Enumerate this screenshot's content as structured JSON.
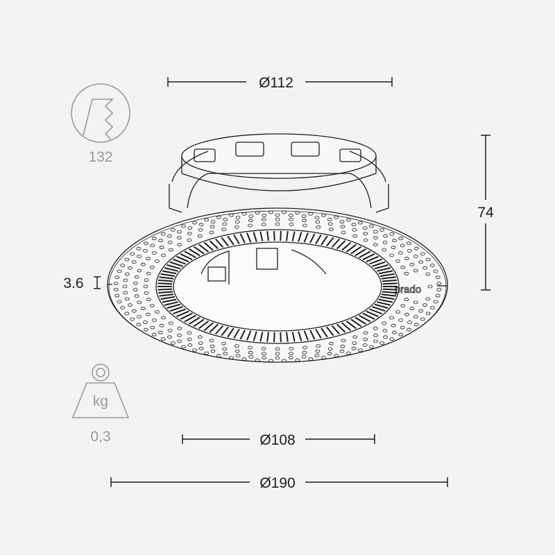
{
  "dimensions": {
    "top_diameter": "Ø112",
    "height": "74",
    "thickness": "3.6",
    "inner_diameter": "Ø108",
    "outer_diameter": "Ø190"
  },
  "specs": {
    "hardness_icon": "shore-hardness-icon",
    "hardness_value": "132",
    "weight_icon": "weight-kg-icon",
    "weight_unit": "kg",
    "weight_value": "0,3"
  },
  "product": {
    "brand_mark": "prado"
  },
  "colors": {
    "line": "#1d1d1d",
    "icon": "#9a9a9a",
    "background": "#f2f3f3"
  }
}
